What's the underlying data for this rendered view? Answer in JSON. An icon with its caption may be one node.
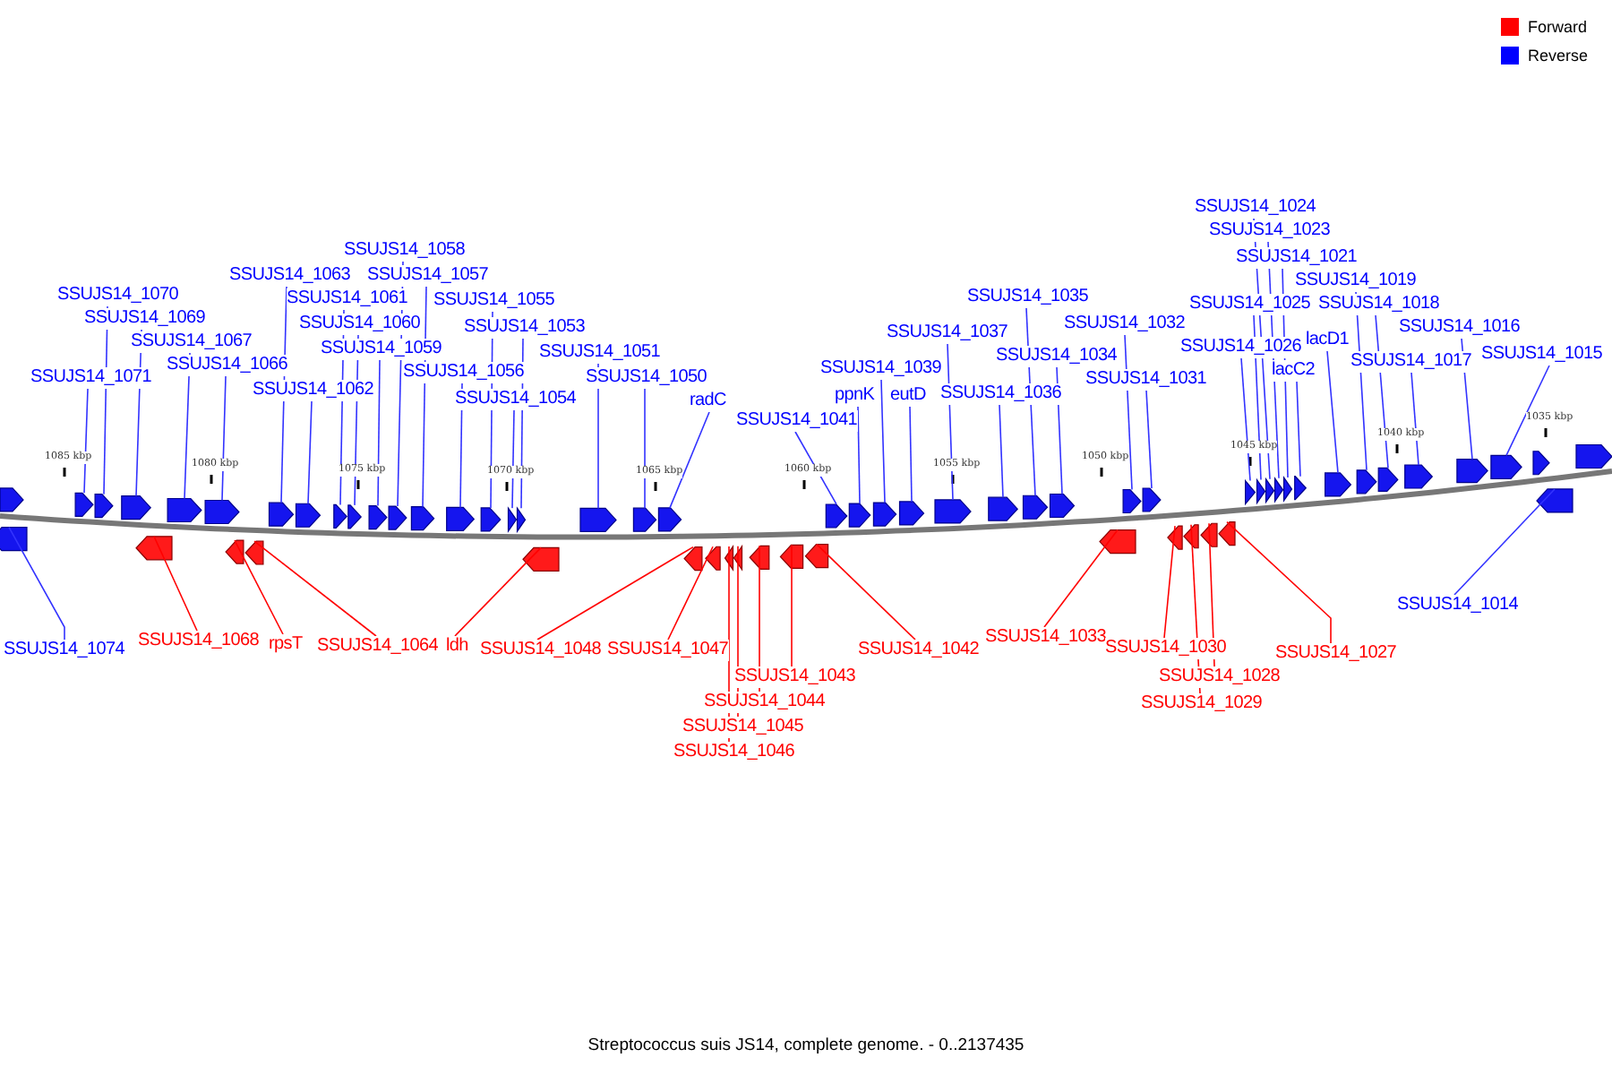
{
  "diagram": {
    "caption": "Streptococcus suis JS14, complete genome. - 0..2137435",
    "nodes": [
      {
        "text": [
          "SSUJS14_1024"
        ]
      },
      {
        "text": [
          "SSUJS14_1023"
        ]
      },
      {
        "text": [
          "SSUJS14_1058"
        ]
      },
      {
        "text": [
          "SSUJS14_1021"
        ]
      },
      {
        "text": [
          "SSUJS14_1063"
        ]
      },
      {
        "text": [
          "SSUJS14_1057"
        ]
      },
      {
        "text": [
          "SSUJS14_1019"
        ]
      },
      {
        "text": [
          "SSUJS14_1070"
        ]
      },
      {
        "text": [
          "SSUJS14_1061"
        ]
      },
      {
        "text": [
          "SSUJS14_1035"
        ]
      },
      {
        "text": [
          "SSUJS14_1055"
        ]
      },
      {
        "text": [
          "SSUJS14_1025"
        ]
      },
      {
        "text": [
          "SSUJS14_1018"
        ]
      },
      {
        "text": [
          "SSUJS14_1069"
        ]
      },
      {
        "text": [
          "SSUJS14_1060"
        ]
      },
      {
        "text": [
          "SSUJS14_1032"
        ]
      },
      {
        "text": [
          "SSUJS14_1053"
        ]
      },
      {
        "text": [
          "SSUJS14_1016"
        ]
      },
      {
        "text": [
          "SSUJS14_1067"
        ]
      },
      {
        "text": [
          "SSUJS14_1037"
        ]
      },
      {
        "text": [
          "lacD1"
        ]
      },
      {
        "text": [
          "SSUJS14_1059"
        ]
      },
      {
        "text": [
          "SSUJS14_1026"
        ]
      },
      {
        "text": [
          "SSUJS14_1051"
        ]
      },
      {
        "text": [
          "SSUJS14_1066"
        ]
      },
      {
        "text": [
          "SSUJS14_1015"
        ]
      },
      {
        "text": [
          "SSUJS14_1034"
        ]
      },
      {
        "text": [
          "SSUJS14_1017"
        ]
      },
      {
        "text": [
          "SSUJS14_1039"
        ]
      },
      {
        "text": [
          "lacC2"
        ]
      },
      {
        "text": [
          "SSUJS14_1056"
        ]
      },
      {
        "text": [
          "SSUJS14_1071"
        ]
      },
      {
        "text": [
          "SSUJS14_1050"
        ]
      },
      {
        "text": [
          "SSUJS14_1031"
        ]
      },
      {
        "text": [
          "SSUJS14_1062"
        ]
      },
      {
        "text": [
          "SSUJS14_1036"
        ]
      },
      {
        "text": [
          "ppnK"
        ]
      },
      {
        "text": [
          "eutD"
        ]
      },
      {
        "text": [
          "SSUJS14_1054"
        ]
      },
      {
        "text": [
          "radC"
        ]
      },
      {
        "text": [
          "SSUJS14_1041"
        ]
      },
      {
        "text": [
          "SSUJS14_1014"
        ]
      },
      {
        "text": [
          "SSUJS14_1033"
        ]
      },
      {
        "text": [
          "SSUJS14_1068"
        ]
      },
      {
        "text": [
          "rpsT"
        ]
      },
      {
        "text": [
          "SSUJS14_1064"
        ]
      },
      {
        "text": [
          "ldh"
        ]
      },
      {
        "text": [
          "SSUJS14_1030"
        ]
      },
      {
        "text": [
          "SSUJS14_1074"
        ]
      },
      {
        "text": [
          "SSUJS14_1048"
        ]
      },
      {
        "text": [
          "SSUJS14_1047"
        ]
      },
      {
        "text": [
          "SSUJS14_1042"
        ]
      },
      {
        "text": [
          "SSUJS14_1027"
        ]
      },
      {
        "text": [
          "SSUJS14_1043"
        ]
      },
      {
        "text": [
          "SSUJS14_1028"
        ]
      },
      {
        "text": [
          "SSUJS14_1044"
        ]
      },
      {
        "text": [
          "SSUJS14_1029"
        ]
      },
      {
        "text": [
          "SSUJS14_1045"
        ]
      },
      {
        "text": [
          "SSUJS14_1046"
        ]
      },
      {
        "text": [],
        "shape": "arrow"
      },
      {
        "text": [],
        "shape": "arrow"
      },
      {
        "text": [],
        "shape": "arrow"
      },
      {
        "text": [],
        "shape": "arrow"
      },
      {
        "text": [],
        "shape": "arrow"
      },
      {
        "text": [],
        "shape": "arrow"
      },
      {
        "text": [],
        "shape": "arrow"
      },
      {
        "text": [],
        "shape": "arrow"
      },
      {
        "text": [],
        "shape": "arrow"
      },
      {
        "text": [],
        "shape": "arrow"
      },
      {
        "text": [],
        "shape": "arrow"
      },
      {
        "text": [],
        "shape": "arrow"
      },
      {
        "text": [],
        "shape": "arrow"
      },
      {
        "text": [],
        "shape": "arrow"
      },
      {
        "text": [],
        "shape": "arrow"
      },
      {
        "text": [],
        "shape": "arrow"
      },
      {
        "text": [],
        "shape": "arrow"
      },
      {
        "text": [],
        "shape": "arrow"
      },
      {
        "text": [],
        "shape": "arrow"
      },
      {
        "text": [],
        "shape": "arrow"
      },
      {
        "text": [],
        "shape": "arrow"
      },
      {
        "text": [],
        "shape": "arrow"
      },
      {
        "text": [],
        "shape": "arrow"
      },
      {
        "text": [],
        "shape": "arrow"
      },
      {
        "text": [],
        "shape": "arrow"
      },
      {
        "text": [],
        "shape": "arrow"
      },
      {
        "text": [],
        "shape": "arrow"
      },
      {
        "text": [],
        "shape": "arrow"
      },
      {
        "text": [],
        "shape": "arrow"
      },
      {
        "text": [],
        "shape": "arrow"
      },
      {
        "text": [],
        "shape": "arrow"
      },
      {
        "text": [],
        "shape": "arrow"
      },
      {
        "text": [],
        "shape": "arrow"
      },
      {
        "text": [],
        "shape": "arrow"
      },
      {
        "text": [],
        "shape": "arrow"
      },
      {
        "text": [],
        "shape": "arrow"
      },
      {
        "text": [],
        "shape": "arrow"
      },
      {
        "text": [],
        "shape": "arrow"
      },
      {
        "text": [],
        "shape": "arrow"
      },
      {
        "text": [],
        "shape": "arrow"
      },
      {
        "text": [],
        "shape": "arrow"
      },
      {
        "text": [],
        "shape": "arrow"
      },
      {
        "text": [],
        "shape": "arrow"
      },
      {
        "text": [],
        "shape": "arrow"
      },
      {
        "text": [],
        "shape": "arrow"
      },
      {
        "text": [],
        "shape": "arrow"
      },
      {
        "text": [],
        "shape": "arrow"
      },
      {
        "text": [],
        "shape": "arrow"
      },
      {
        "text": [],
        "shape": "arrow"
      },
      {
        "text": [],
        "shape": "arrow"
      },
      {
        "text": [],
        "shape": "arrow"
      },
      {
        "text": [],
        "shape": "arrow"
      },
      {
        "text": [],
        "shape": "arrow"
      },
      {
        "text": [],
        "shape": "arrow"
      },
      {
        "text": [],
        "shape": "arrow"
      },
      {
        "text": [],
        "shape": "arrow"
      },
      {
        "text": [],
        "shape": "arrow"
      },
      {
        "text": [],
        "shape": "arrow"
      },
      {
        "text": [],
        "shape": "arrow"
      },
      {
        "text": [],
        "shape": "arrow"
      },
      {
        "text": [],
        "shape": "arrow"
      },
      {
        "text": [],
        "shape": "arrow"
      }
    ],
    "edges": [
      {
        "from": 0,
        "to": 90,
        "arrow": "none"
      },
      {
        "from": 1,
        "to": 91,
        "arrow": "none"
      },
      {
        "from": 2,
        "to": 69,
        "arrow": "none"
      },
      {
        "from": 3,
        "to": 92,
        "arrow": "none"
      },
      {
        "from": 4,
        "to": 64,
        "arrow": "none"
      },
      {
        "from": 5,
        "to": 70,
        "arrow": "none"
      },
      {
        "from": 6,
        "to": 95,
        "arrow": "none"
      },
      {
        "from": 7,
        "to": 60,
        "arrow": "none"
      },
      {
        "from": 8,
        "to": 66,
        "arrow": "none"
      },
      {
        "from": 9,
        "to": 84,
        "arrow": "none"
      },
      {
        "from": 10,
        "to": 72,
        "arrow": "none"
      },
      {
        "from": 11,
        "to": 89,
        "arrow": "none"
      },
      {
        "from": 12,
        "to": 96,
        "arrow": "none"
      },
      {
        "from": 13,
        "to": 61,
        "arrow": "none"
      },
      {
        "from": 14,
        "to": 67,
        "arrow": "none"
      },
      {
        "from": 15,
        "to": 86,
        "arrow": "none"
      },
      {
        "from": 16,
        "to": 74,
        "arrow": "none"
      },
      {
        "from": 17,
        "to": 98,
        "arrow": "none"
      },
      {
        "from": 18,
        "to": 62,
        "arrow": "none"
      },
      {
        "from": 19,
        "to": 82,
        "arrow": "none"
      },
      {
        "from": 20,
        "to": 94,
        "arrow": "none"
      },
      {
        "from": 21,
        "to": 68,
        "arrow": "none"
      },
      {
        "from": 22,
        "to": 88,
        "arrow": "none"
      },
      {
        "from": 23,
        "to": 75,
        "arrow": "none"
      },
      {
        "from": 24,
        "to": 63,
        "arrow": "none"
      },
      {
        "from": 25,
        "to": 99,
        "arrow": "none"
      },
      {
        "from": 26,
        "to": 85,
        "arrow": "none"
      },
      {
        "from": 27,
        "to": 97,
        "arrow": "none"
      },
      {
        "from": 28,
        "to": 80,
        "arrow": "none"
      },
      {
        "from": 29,
        "to": 93,
        "arrow": "none"
      },
      {
        "from": 30,
        "to": 71,
        "arrow": "none"
      },
      {
        "from": 31,
        "to": 59,
        "arrow": "none"
      },
      {
        "from": 32,
        "to": 76,
        "arrow": "none"
      },
      {
        "from": 33,
        "to": 87,
        "arrow": "none"
      },
      {
        "from": 34,
        "to": 65,
        "arrow": "none"
      },
      {
        "from": 35,
        "to": 83,
        "arrow": "none"
      },
      {
        "from": 36,
        "to": 79,
        "arrow": "none"
      },
      {
        "from": 37,
        "to": 81,
        "arrow": "none"
      },
      {
        "from": 38,
        "to": 73,
        "arrow": "none"
      },
      {
        "from": 39,
        "to": 77,
        "arrow": "none"
      },
      {
        "from": 40,
        "to": 78,
        "arrow": "none"
      },
      {
        "from": 41,
        "to": 117,
        "arrow": "none"
      },
      {
        "from": 42,
        "to": 112,
        "arrow": "none",
        "color": "#ff0000"
      },
      {
        "from": 43,
        "to": 101,
        "arrow": "none",
        "color": "#ff0000"
      },
      {
        "from": 44,
        "to": 102,
        "arrow": "none",
        "color": "#ff0000"
      },
      {
        "from": 45,
        "to": 103,
        "arrow": "none",
        "color": "#ff0000"
      },
      {
        "from": 46,
        "to": 104,
        "arrow": "none",
        "color": "#ff0000"
      },
      {
        "from": 47,
        "to": 113,
        "arrow": "none",
        "color": "#ff0000"
      },
      {
        "from": 48,
        "to": 100,
        "arrow": "none"
      },
      {
        "from": 49,
        "to": 105,
        "arrow": "none",
        "color": "#ff0000"
      },
      {
        "from": 50,
        "to": 106,
        "arrow": "none",
        "color": "#ff0000"
      },
      {
        "from": 51,
        "to": 111,
        "arrow": "none",
        "color": "#ff0000"
      },
      {
        "from": 52,
        "to": 116,
        "arrow": "none",
        "color": "#ff0000"
      },
      {
        "from": 53,
        "to": 110,
        "arrow": "none",
        "color": "#ff0000"
      },
      {
        "from": 54,
        "to": 115,
        "arrow": "none",
        "color": "#ff0000"
      },
      {
        "from": 55,
        "to": 109,
        "arrow": "none",
        "color": "#ff0000"
      },
      {
        "from": 56,
        "to": 114,
        "arrow": "none",
        "color": "#ff0000"
      },
      {
        "from": 57,
        "to": 108,
        "arrow": "none",
        "color": "#ff0000"
      },
      {
        "from": 58,
        "to": 107,
        "arrow": "none",
        "color": "#ff0000"
      }
    ],
    "labels": [
      "1085 kbp",
      "1080 kbp",
      "1075 kbp",
      "1070 kbp",
      "1065 kbp",
      "1060 kbp",
      "1055 kbp",
      "1050 kbp",
      "1045 kbp",
      "1040 kbp",
      "1035 kbp"
    ],
    "legend": [
      {
        "text": "Forward",
        "color": "#ff0000"
      },
      {
        "text": "Reverse",
        "color": "#0000ff"
      }
    ]
  }
}
